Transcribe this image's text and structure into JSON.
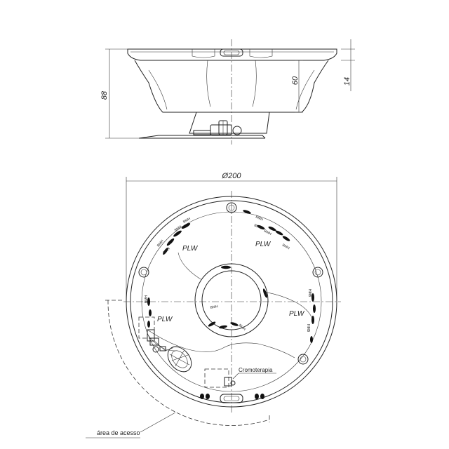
{
  "dimensions": {
    "height_total": "88",
    "depth": "60",
    "rim": "14",
    "diameter": "Ø200"
  },
  "labels": {
    "plw_top": "PLW",
    "plw_left_top": "PLW",
    "plw_left": "PLW",
    "plw_right": "PLW",
    "cromoterapia": "Cromoterapia",
    "area_acesso": "área de acesso"
  },
  "jet_labels": {
    "bmh_1": "BMH",
    "bmh_2": "BMH",
    "bmh_3": "BMH",
    "bmh_4": "BMH",
    "bmh_5": "BMH",
    "bmh_6": "BMH",
    "bmh_7": "BMH",
    "bmh_8": "BMH",
    "bmh_center": "BMH",
    "bmh_center2": "BMH",
    "hmb_1": "HMB",
    "hmb_2": "HMB",
    "bmh_left": "BMH"
  }
}
